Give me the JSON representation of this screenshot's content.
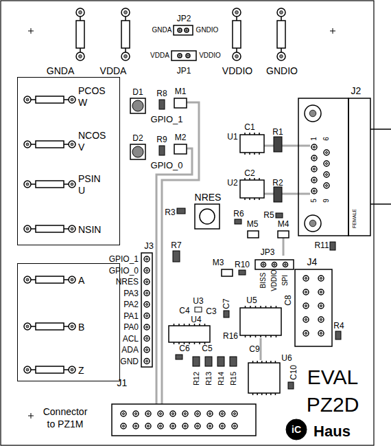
{
  "diagram": {
    "nodes": [
      {
        "text": [
          "PCOS W",
          "NCOS V",
          "PSIN U",
          "NSIN"
        ]
      },
      {
        "text": [
          "A",
          "B",
          "Z"
        ]
      }
    ],
    "labels": [
      "JP2",
      "GNDA",
      "GNDIO",
      "VDDA",
      "VDDIO",
      "GNDA",
      "VDDA",
      "JP1",
      "VDDIO",
      "GNDIO",
      "D1",
      "R8",
      "M1",
      "GPIO_1",
      "D2",
      "R9",
      "M2",
      "GPIO_0",
      "C1",
      "U1",
      "R1",
      "J2",
      "1",
      "6",
      "C2",
      "U2",
      "R2",
      "5",
      "9",
      "FEMALE",
      "NRES",
      "R3",
      "R6",
      "R5",
      "M5",
      "M4",
      "R7",
      "M3",
      "R10",
      "R11",
      "JP3",
      "BISS",
      "VDDIO",
      "SPI",
      "J4",
      "J3",
      "GPIO_1",
      "GPIO_0",
      "NRES",
      "PA3",
      "PA2",
      "PA1",
      "PA0",
      "ACL",
      "ADA",
      "GND",
      "U3",
      "C4",
      "C3",
      "C7",
      "U5",
      "C8",
      "U4",
      "R4",
      "R16",
      "C6",
      "C5",
      "C9",
      "U6",
      "C10",
      "R12",
      "R13",
      "R14",
      "R15",
      "EVAL",
      "PZ2D",
      "J1",
      "Connector",
      "to PZ1M",
      "iC",
      "Haus"
    ]
  }
}
